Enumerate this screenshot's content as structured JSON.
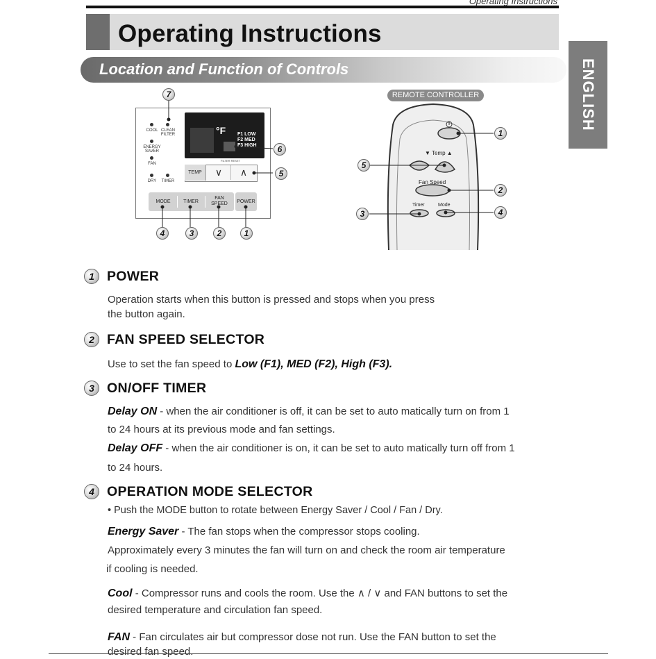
{
  "header": {
    "running_head": "Operating Instructions",
    "title": "Operating Instructions",
    "section_title": "Location and Function of Controls",
    "language_tab": "ENGLISH"
  },
  "panel": {
    "indicators": {
      "cool": "COOL",
      "clean_filter_1": "CLEAN",
      "clean_filter_2": "FILTER",
      "energy_saver_1": "ENERGY",
      "energy_saver_2": "SAVER",
      "fan": "FAN",
      "dry": "DRY",
      "timer": "TIMER"
    },
    "display_unit": "°F",
    "fan_speeds": [
      "F1  LOW",
      "F2  MED",
      "F3  HIGH"
    ],
    "sensor_reset": "FILTER RESET",
    "temp_label": "TEMP",
    "temp_down": "∨",
    "temp_up": "∧",
    "buttons": {
      "mode": "MODE",
      "timer": "TIMER",
      "fan_speed_1": "FAN",
      "fan_speed_2": "SPEED",
      "power": "POWER"
    },
    "callouts": {
      "c7": "7",
      "c6": "6",
      "c5": "5",
      "c4": "4",
      "c3": "3",
      "c2": "2",
      "c1": "1"
    }
  },
  "remote": {
    "label": "REMOTE CONTROLLER",
    "temp_label": "▼ Temp ▲",
    "fan_speed_label": "Fan Speed",
    "timer_label": "Timer",
    "mode_label": "Mode",
    "callouts": {
      "c1": "1",
      "c5": "5",
      "c2": "2",
      "c3": "3",
      "c4": "4"
    }
  },
  "sections": {
    "power": {
      "number": "1",
      "heading": "POWER",
      "line1": "Operation starts when this button is pressed and stops when you press",
      "line2": "the button again."
    },
    "fan_speed": {
      "number": "2",
      "heading": "FAN SPEED SELECTOR",
      "text": "Use to set the fan speed to ",
      "emphasis": "Low (F1), MED (F2), High (F3)."
    },
    "timer": {
      "number": "3",
      "heading": "ON/OFF TIMER",
      "delay_on_term": "Delay ON",
      "delay_on_line1": " - when the air conditioner is off, it can be set to auto matically turn on from 1",
      "delay_on_line2": "to 24 hours at its previous mode and fan settings.",
      "delay_off_term": "Delay OFF",
      "delay_off_line1": " - when the air conditioner is on, it can be set to auto matically turn off from 1",
      "delay_off_line2": "to 24 hours."
    },
    "mode": {
      "number": "4",
      "heading": "OPERATION MODE SELECTOR",
      "bullet": "• Push the MODE button to rotate between Energy Saver / Cool / Fan / Dry.",
      "energy_term": "Energy Saver",
      "energy_line1": " - The fan stops when the compressor stops cooling.",
      "energy_line2": "Approximately every 3 minutes the fan will turn on and check the room air temperature",
      "energy_line3": "if cooling is needed.",
      "cool_term": "Cool",
      "cool_line1": " - Compressor runs and cools the room. Use the ",
      "cool_arrows": "∧ / ∨",
      "cool_line1b": " and FAN buttons to set the",
      "cool_line2": "desired temperature and circulation fan speed.",
      "fan_term": "FAN",
      "fan_line1": " - Fan circulates air but compressor dose not run. Use the FAN button to set the",
      "fan_line2": "desired fan speed."
    }
  }
}
